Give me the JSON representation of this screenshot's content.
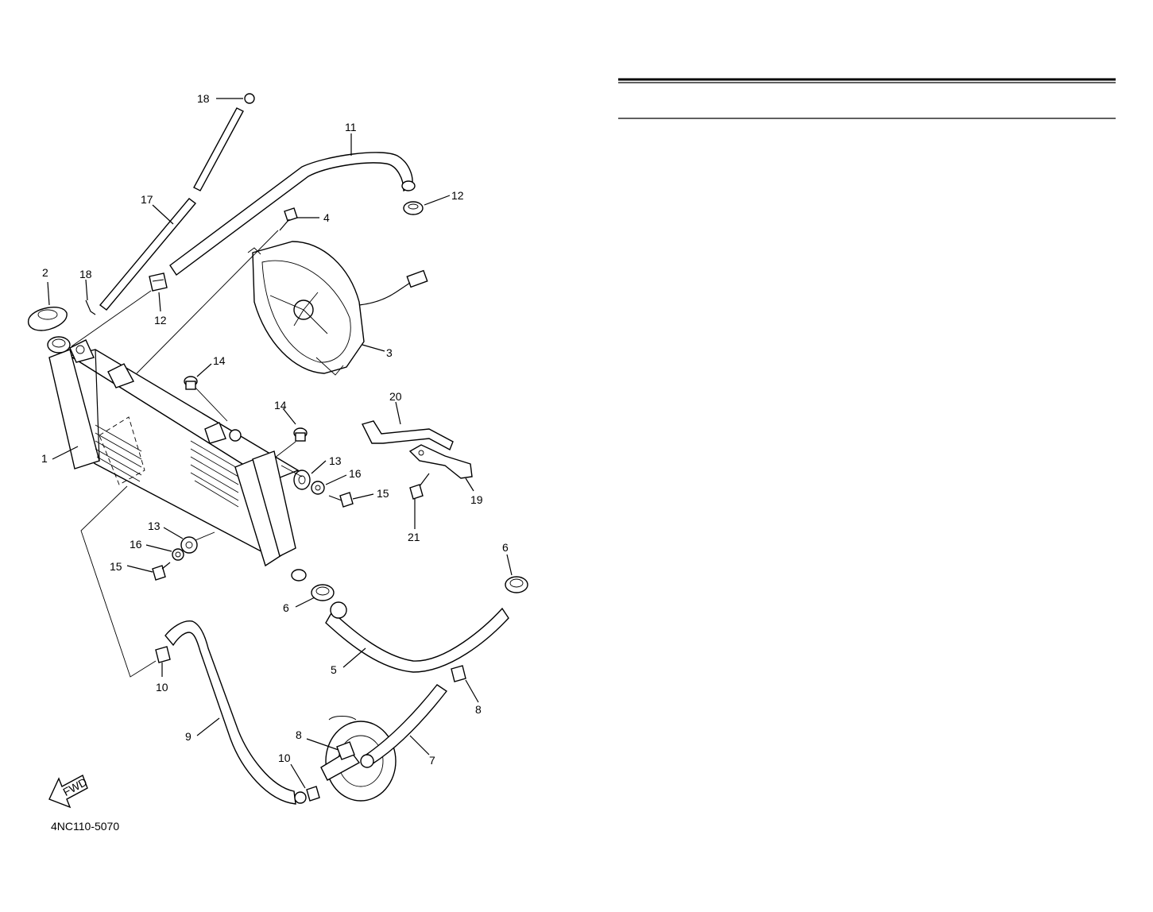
{
  "diagram": {
    "figure_code": "4NC110-5070",
    "fwd_badge": "FWD",
    "callouts": {
      "c1": "1",
      "c2": "2",
      "c3": "3",
      "c4": "4",
      "c5": "5",
      "c6a": "6",
      "c6b": "6",
      "c7": "7",
      "c8a": "8",
      "c8b": "8",
      "c9": "9",
      "c10a": "10",
      "c10b": "10",
      "c11": "11",
      "c12a": "12",
      "c12b": "12",
      "c13a": "13",
      "c13b": "13",
      "c14a": "14",
      "c14b": "14",
      "c15a": "15",
      "c15b": "15",
      "c16a": "16",
      "c16b": "16",
      "c17": "17",
      "c18a": "18",
      "c18b": "18",
      "c19": "19",
      "c20": "20",
      "c21": "21"
    }
  },
  "parts_list": {
    "header_rows": []
  }
}
